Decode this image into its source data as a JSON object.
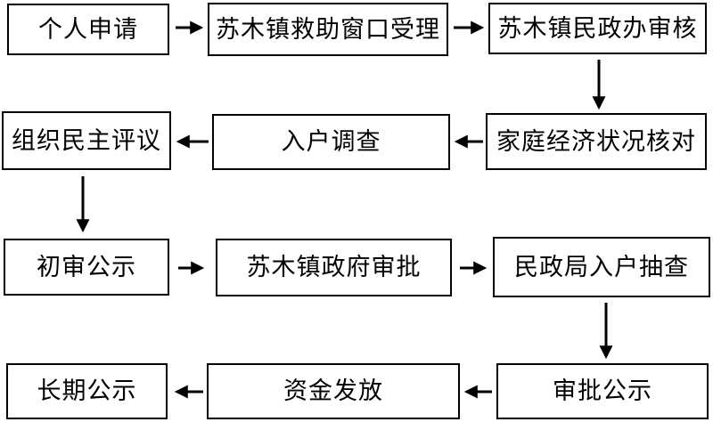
{
  "diagram": {
    "type": "flowchart",
    "background_color": "#ffffff",
    "box_border_color": "#000000",
    "text_color": "#000000",
    "nodes": [
      {
        "id": "personal-application",
        "label": "个人申请"
      },
      {
        "id": "window-acceptance",
        "label": "苏木镇救助窗口受理"
      },
      {
        "id": "civil-affairs-review",
        "label": "苏木镇民政办审核"
      },
      {
        "id": "family-economic-check",
        "label": "家庭经济状况核对"
      },
      {
        "id": "household-survey",
        "label": "入户调查"
      },
      {
        "id": "democratic-appraisal",
        "label": "组织民主评议"
      },
      {
        "id": "initial-publicity",
        "label": "初审公示"
      },
      {
        "id": "government-approval",
        "label": "苏木镇政府审批"
      },
      {
        "id": "household-spot-check",
        "label": "民政局入户抽查"
      },
      {
        "id": "approval-publicity",
        "label": "审批公示"
      },
      {
        "id": "fund-disbursement",
        "label": "资金发放"
      },
      {
        "id": "long-term-publicity",
        "label": "长期公示"
      }
    ],
    "connections": [
      {
        "from": "个人申请",
        "to": "苏木镇救助窗口受理",
        "direction": "right"
      },
      {
        "from": "苏木镇救助窗口受理",
        "to": "苏木镇民政办审核",
        "direction": "right"
      },
      {
        "from": "苏木镇民政办审核",
        "to": "家庭经济状况核对",
        "direction": "down"
      },
      {
        "from": "家庭经济状况核对",
        "to": "入户调查",
        "direction": "left"
      },
      {
        "from": "入户调查",
        "to": "组织民主评议",
        "direction": "left"
      },
      {
        "from": "组织民主评议",
        "to": "初审公示",
        "direction": "down"
      },
      {
        "from": "初审公示",
        "to": "苏木镇政府审批",
        "direction": "right"
      },
      {
        "from": "苏木镇政府审批",
        "to": "民政局入户抽查",
        "direction": "right"
      },
      {
        "from": "民政局入户抽查",
        "to": "审批公示",
        "direction": "down"
      },
      {
        "from": "审批公示",
        "to": "资金发放",
        "direction": "left"
      },
      {
        "from": "资金发放",
        "to": "长期公示",
        "direction": "left"
      }
    ]
  }
}
